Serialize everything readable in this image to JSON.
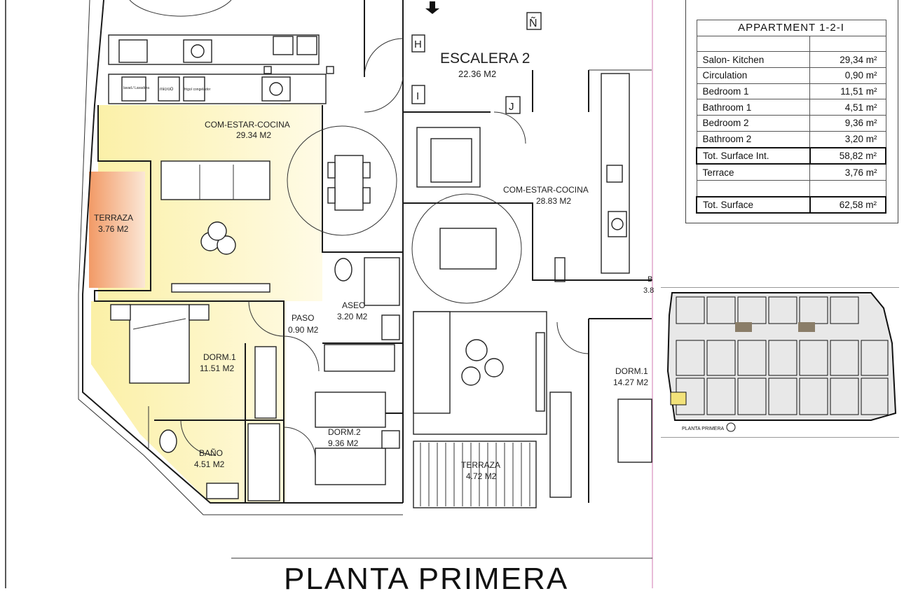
{
  "plan_title": "PLANTA PRIMERA",
  "rooms": {
    "escalera": {
      "name": "ESCALERA 2",
      "area": "22.36 M2"
    },
    "com_estar_left": {
      "name": "COM-ESTAR-COCINA",
      "area": "29.34 M2"
    },
    "terraza_left": {
      "name": "TERRAZA",
      "area": "3.76 M2"
    },
    "dorm1_left": {
      "name": "DORM.1",
      "area": "11.51 M2"
    },
    "paso": {
      "name": "PASO",
      "area": "0.90 M2"
    },
    "aseo": {
      "name": "ASEO",
      "area": "3.20 M2"
    },
    "dorm2": {
      "name": "DORM.2",
      "area": "9.36 M2"
    },
    "bano": {
      "name": "BAÑO",
      "area": "4.51 M2"
    },
    "com_estar_right": {
      "name": "COM-ESTAR-COCINA",
      "area": "28.83 M2"
    },
    "terraza_mid": {
      "name": "TERRAZA",
      "area": "4.72 M2"
    },
    "dorm1_right": {
      "name": "DORM.1",
      "area": "14.27 M2"
    },
    "cut_label": {
      "name": "B",
      "area": "3.8"
    }
  },
  "markers": {
    "n": "Ñ",
    "h": "H",
    "i": "I",
    "j": "J"
  },
  "appliances": {
    "washer": "lavad./ Lavadora",
    "microondas": "microO",
    "frigo": "frigo/ congelador"
  },
  "schedule": {
    "title": "APPARTMENT 1-2-I",
    "rows": [
      {
        "label": "Salon- Kitchen",
        "value": "29,34 m²"
      },
      {
        "label": "Circulation",
        "value": "0,90 m²"
      },
      {
        "label": "Bedroom 1",
        "value": "11,51 m²"
      },
      {
        "label": "Bathroom 1",
        "value": "4,51 m²"
      },
      {
        "label": "Bedroom 2",
        "value": "9,36 m²"
      },
      {
        "label": "Bathroom 2",
        "value": "3,20 m²"
      }
    ],
    "total_int": {
      "label": "Tot. Surface Int.",
      "value": "58,82 m²"
    },
    "terrace": {
      "label": "Terrace",
      "value": "3,76 m²"
    },
    "total": {
      "label": "Tot. Surface",
      "value": "62,58 m²"
    }
  },
  "keyplan": {
    "caption": "PLANTA PRIMERA"
  },
  "colors": {
    "highlight_yellow": "#fbf3b8",
    "terrace_orange": "#f0a070",
    "line": "#1a1a1a"
  }
}
